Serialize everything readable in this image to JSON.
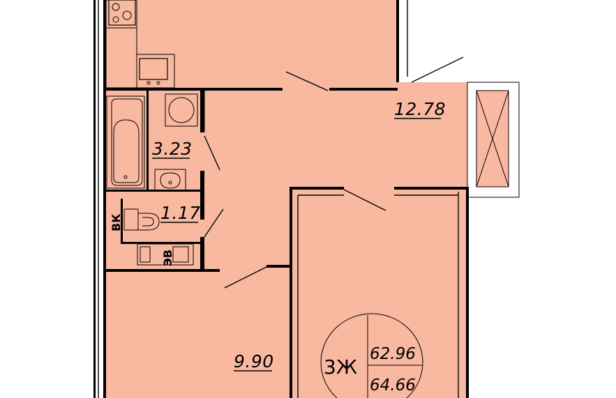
{
  "colors": {
    "floor": "#f9b8a0",
    "wall": "#000000",
    "background": "#ffffff"
  },
  "rooms": {
    "kitchen_area": "12.78",
    "bathroom_area": "3.23",
    "toilet_area": "1.17",
    "living_area": "9.90"
  },
  "badge": {
    "type": "3Ж",
    "area_living": "62.96",
    "area_total": "64.66"
  },
  "fixtures": {
    "vk_label": "ВК",
    "db_label": "ЭВ"
  }
}
